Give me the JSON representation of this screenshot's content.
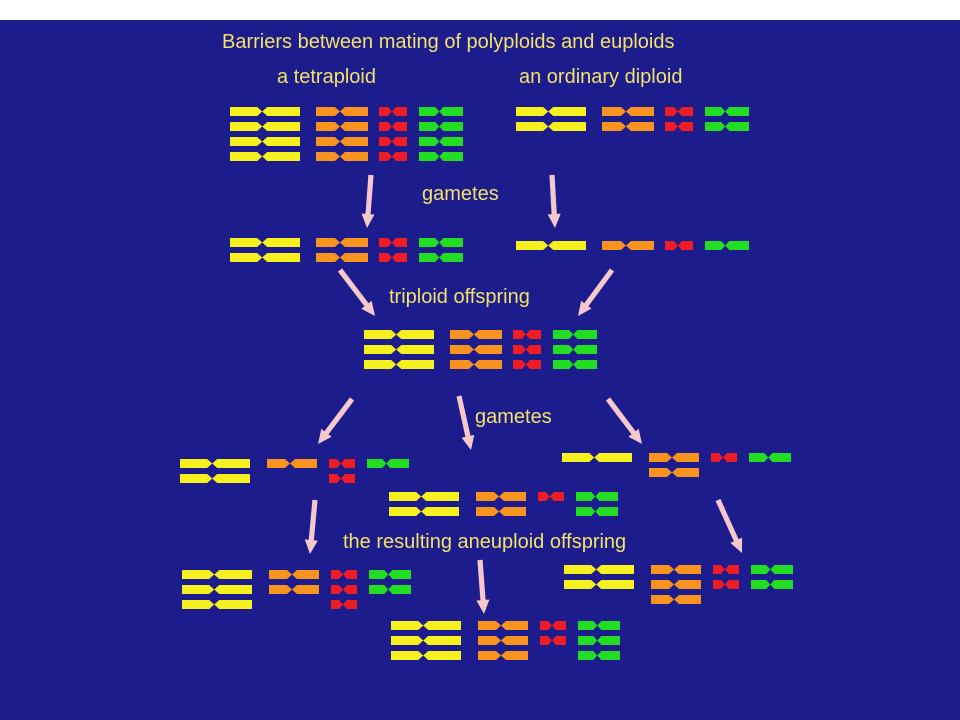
{
  "title": "Barriers between mating of polyploids and euploids",
  "labels": {
    "tetraploid": "a tetraploid",
    "diploid": "an ordinary diploid",
    "gametes_1": "gametes",
    "triploid": "triploid offspring",
    "gametes_2": "gametes",
    "aneuploid": "the resulting aneuploid offspring"
  },
  "colors": {
    "background": "#1c1c8c",
    "text": "#f2e16a",
    "chromosome_1": "#f5f01e",
    "chromosome_2": "#f7931e",
    "chromosome_3": "#ee1c25",
    "chromosome_4": "#22dd22",
    "arrow": "#f6c8cc"
  },
  "groups": {
    "tetraploid": [
      4,
      4,
      4,
      4
    ],
    "diploid": [
      2,
      2,
      2,
      2
    ],
    "tetraploid_gamete": [
      2,
      2,
      2,
      2
    ],
    "diploid_gamete": [
      1,
      1,
      1,
      1
    ],
    "triploid": [
      3,
      3,
      3,
      3
    ],
    "gamete_left": [
      2,
      1,
      2,
      1
    ],
    "gamete_middle": [
      2,
      2,
      1,
      2
    ],
    "gamete_right": [
      1,
      2,
      1,
      1
    ],
    "offspring_left": [
      3,
      2,
      3,
      2
    ],
    "offspring_middle": [
      3,
      3,
      2,
      3
    ],
    "offspring_right": [
      2,
      3,
      2,
      2
    ]
  }
}
